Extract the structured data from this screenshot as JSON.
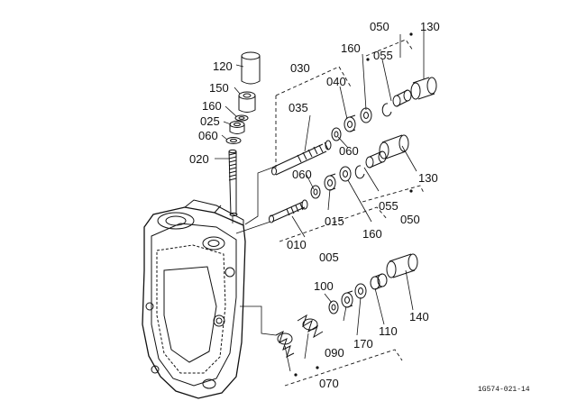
{
  "drawing_code": "1G574-021-14",
  "parts": [
    {
      "id": "p120",
      "label": "120"
    },
    {
      "id": "p150",
      "label": "150"
    },
    {
      "id": "p160a",
      "label": "160"
    },
    {
      "id": "p025",
      "label": "025"
    },
    {
      "id": "p060a",
      "label": "060"
    },
    {
      "id": "p020",
      "label": "020"
    },
    {
      "id": "p030",
      "label": "030"
    },
    {
      "id": "p035",
      "label": "035"
    },
    {
      "id": "p040",
      "label": "040"
    },
    {
      "id": "p060b",
      "label": "060"
    },
    {
      "id": "p160b",
      "label": "160"
    },
    {
      "id": "p050a",
      "label": "050"
    },
    {
      "id": "p055a",
      "label": "055"
    },
    {
      "id": "p130a",
      "label": "130"
    },
    {
      "id": "p130b",
      "label": "130"
    },
    {
      "id": "p055b",
      "label": "055"
    },
    {
      "id": "p050b",
      "label": "050"
    },
    {
      "id": "p060c",
      "label": "060"
    },
    {
      "id": "p015",
      "label": "015"
    },
    {
      "id": "p160c",
      "label": "160"
    },
    {
      "id": "p010",
      "label": "010"
    },
    {
      "id": "p005",
      "label": "005"
    },
    {
      "id": "p100",
      "label": "100"
    },
    {
      "id": "p140",
      "label": "140"
    },
    {
      "id": "p110",
      "label": "110"
    },
    {
      "id": "p170",
      "label": "170"
    },
    {
      "id": "p090",
      "label": "090"
    },
    {
      "id": "p070",
      "label": "070"
    }
  ]
}
